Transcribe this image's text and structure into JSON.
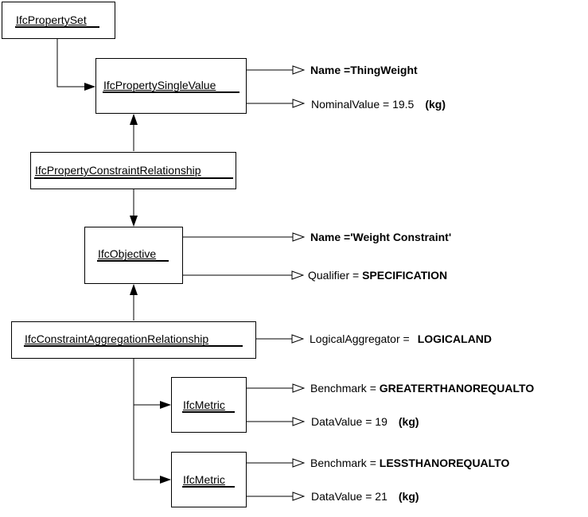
{
  "classes": {
    "property_set": "IfcPropertySet",
    "property_single_value": "IfcPropertySingleValue",
    "property_constraint_relationship": "IfcPropertyConstraintRelationship",
    "objective": "IfcObjective",
    "constraint_aggregation_relationship": "IfcConstraintAggregationRelationship",
    "metric_1": "IfcMetric",
    "metric_2": "IfcMetric"
  },
  "attributes": {
    "psv_name_key": "Name =",
    "psv_name_value": "ThingWeight",
    "psv_nominal_key": "NominalValue = 19.5",
    "psv_nominal_unit": "(kg)",
    "obj_name_key": "Name =",
    "obj_name_value": "'Weight Constraint'",
    "obj_qualifier_key": "Qualifier =",
    "obj_qualifier_value": "SPECIFICATION",
    "agg_logical_key": "LogicalAggregator =",
    "agg_logical_value": "LOGICALAND",
    "m1_benchmark_key": "Benchmark =",
    "m1_benchmark_value": "GREATERTHANOREQUALTO",
    "m1_datavalue_key": "DataValue = 19",
    "m1_datavalue_unit": "(kg)",
    "m2_benchmark_key": "Benchmark =",
    "m2_benchmark_value": "LESSTHANOREQUALTO",
    "m2_datavalue_key": "DataValue = 21",
    "m2_datavalue_unit": "(kg)"
  }
}
